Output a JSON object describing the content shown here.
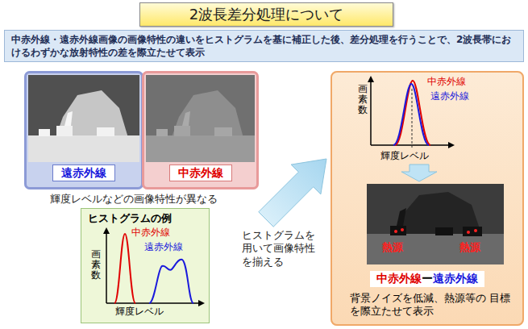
{
  "diagram": {
    "title": "2波長差分処理について",
    "nodes": [
      {
        "text": [
          "2波長差分処理について"
        ]
      },
      {
        "text": [
          "中赤外線・遠赤外線画像の画像特性の違いをヒストグラムを基に補正した後、差分処理を行うことで、2波長帯におけるわずかな放射特性の差を際立たせて表示"
        ]
      },
      {
        "text": [
          "遠赤外線"
        ]
      },
      {
        "text": [
          "中赤外線"
        ]
      },
      {
        "text": [
          "ヒストグラムの例",
          "中赤外線",
          "遠赤外線",
          "画素数",
          "輝度レベル"
        ]
      },
      {
        "text": [
          "中赤外線",
          "遠赤外線",
          "画素数",
          "輝度レベル",
          "熱源",
          "熱源",
          "背景ノイズを低減、熱源等の 目標を際立たせて表示"
        ]
      },
      {
        "text": [
          "中赤外線",
          "ー",
          "遠赤外線"
        ],
        "in": 5
      }
    ],
    "labels": [
      "輝度レベルなどの画像特性が異なる",
      "ヒストグラムを 用いて画像特性 を揃える"
    ]
  }
}
